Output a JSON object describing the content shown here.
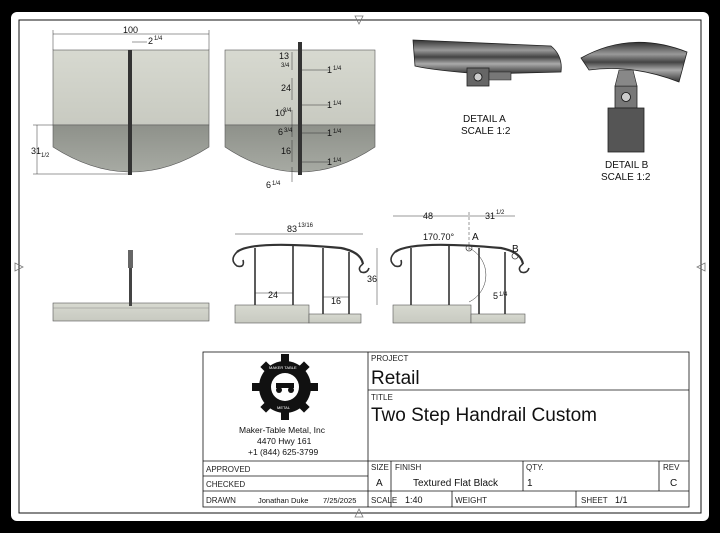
{
  "drawing": {
    "dims": {
      "top_width": "100",
      "top_post": "2",
      "top_post_frac": "1/4",
      "left_height": "31",
      "left_height_frac": "1/2",
      "side_13": "13",
      "side_13_frac": "3/4",
      "side_24": "24",
      "side_10": "10",
      "side_10_frac": "3/4",
      "side_6": "6",
      "side_6_frac": "3/4",
      "side_16": "16",
      "side_6b": "6",
      "side_6b_frac": "1/4",
      "side_quarter_1": "1",
      "side_quarter_frac": "1/4",
      "elev_83": "83",
      "elev_83_frac": "13/16",
      "elev_24": "24",
      "elev_16": "16",
      "elev_36": "36",
      "elev_48": "48",
      "elev_31": "31",
      "elev_31_frac": "1/2",
      "elev_angle": "170.70°",
      "elev_A": "A",
      "elev_B": "B",
      "elev_5": "5",
      "elev_5_frac": "1/4"
    },
    "details": {
      "a_title": "DETAIL A",
      "a_scale": "SCALE 1:2",
      "b_title": "DETAIL B",
      "b_scale": "SCALE 1:2"
    }
  },
  "title_block": {
    "logo_text_top": "MAKER TABLE",
    "logo_text_bottom": "METAL",
    "company": "Maker-Table Metal, Inc",
    "address": "4470 Hwy 161",
    "phone": "+1 (844) 625-3799",
    "project_label": "PROJECT",
    "project": "Retail",
    "title_label": "TITLE",
    "title": "Two Step Handrail Custom",
    "approved_label": "APPROVED",
    "checked_label": "CHECKED",
    "drawn_label": "DRAWN",
    "drawn_by": "Jonathan Duke",
    "drawn_date": "7/25/2025",
    "size_label": "SIZE",
    "size": "A",
    "finish_label": "FINISH",
    "finish": "Textured Flat Black",
    "qty_label": "QTY.",
    "qty": "1",
    "rev_label": "REV",
    "rev": "C",
    "scale_label": "SCALE",
    "scale": "1:40",
    "weight_label": "WEIGHT",
    "sheet_label": "SHEET",
    "sheet": "1/1"
  }
}
